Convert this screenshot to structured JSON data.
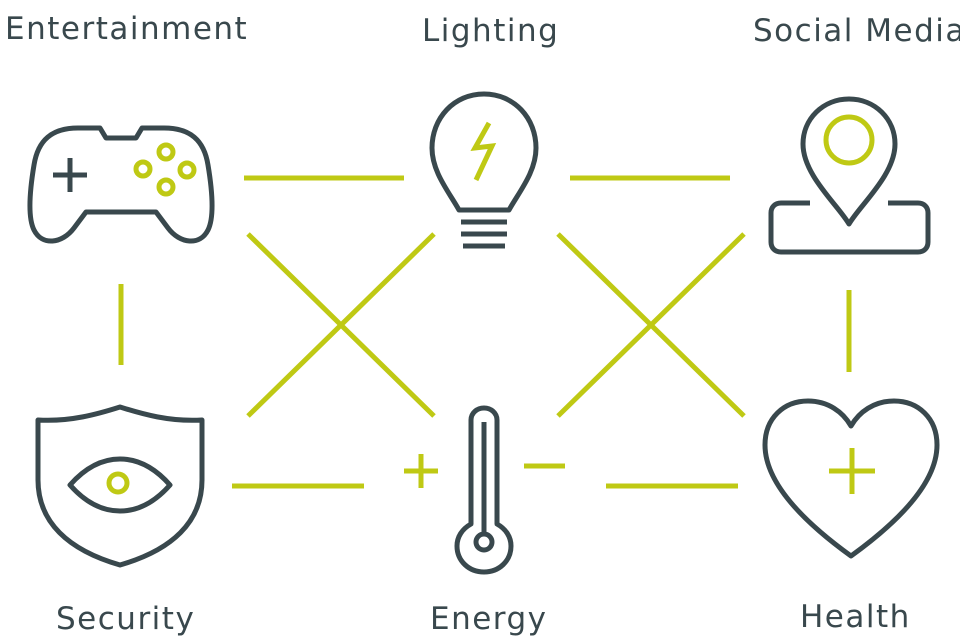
{
  "colors": {
    "icon_stroke": "#39484d",
    "accent": "#bfc914",
    "label_text": "#39484d",
    "background": "#ffffff"
  },
  "nodes": [
    {
      "id": "entertainment",
      "label": "Entertainment",
      "icon": "game-controller-icon"
    },
    {
      "id": "lighting",
      "label": "Lighting",
      "icon": "light-bulb-icon"
    },
    {
      "id": "social-media",
      "label": "Social Media",
      "icon": "location-pin-icon"
    },
    {
      "id": "security",
      "label": "Security",
      "icon": "shield-eye-icon"
    },
    {
      "id": "energy",
      "label": "Energy",
      "icon": "thermometer-icon"
    },
    {
      "id": "health",
      "label": "Health",
      "icon": "heart-plus-icon"
    }
  ],
  "connections": [
    [
      "entertainment",
      "lighting"
    ],
    [
      "lighting",
      "social-media"
    ],
    [
      "entertainment",
      "security"
    ],
    [
      "social-media",
      "health"
    ],
    [
      "security",
      "energy"
    ],
    [
      "energy",
      "health"
    ],
    [
      "entertainment",
      "energy"
    ],
    [
      "lighting",
      "security"
    ],
    [
      "lighting",
      "health"
    ],
    [
      "social-media",
      "energy"
    ]
  ]
}
